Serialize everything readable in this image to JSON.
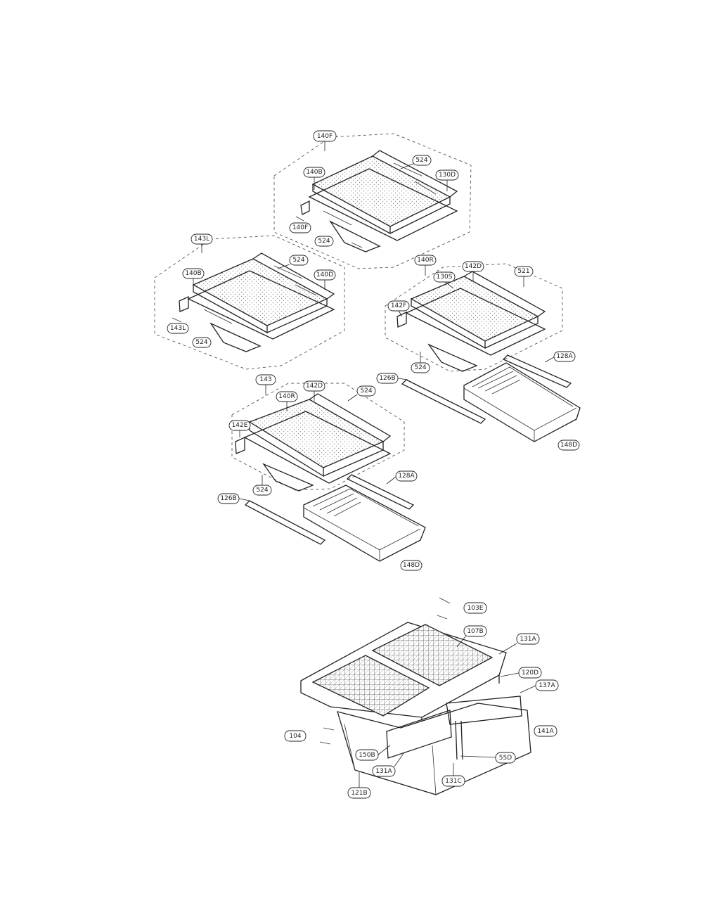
{
  "diagram": {
    "labels": {
      "a140F": "140F",
      "a140B_1": "140B",
      "a524_1": "524",
      "a130D_1": "130D",
      "a140F_2": "140F",
      "a524_2": "524",
      "a143L": "143L",
      "a140B_2": "140B",
      "a524_3": "524",
      "a140D": "140D",
      "a143L_2": "143L",
      "a524_4": "524",
      "a140R": "140R",
      "a142D": "142D",
      "a130S": "130S",
      "a521": "521",
      "a142F": "142F",
      "a128A_1": "128A",
      "a524_5": "524",
      "a126B_1": "126B",
      "a148D_1": "148D",
      "a143_3": "143",
      "a142D_2": "142D",
      "a140R_2": "140R",
      "a524_6": "524",
      "a142E": "142E",
      "a524_7": "524",
      "a126B_2": "126B",
      "a128A_2": "128A",
      "a148D_2": "148D",
      "a103E": "103E",
      "a107B": "107B",
      "a131A_1": "131A",
      "a120D": "120D",
      "a137A": "137A",
      "a141A": "141A",
      "a104": "104",
      "a150B": "150B",
      "a131A_2": "131A",
      "a55D": "55D",
      "a131C": "131C",
      "a121B": "121B"
    }
  }
}
